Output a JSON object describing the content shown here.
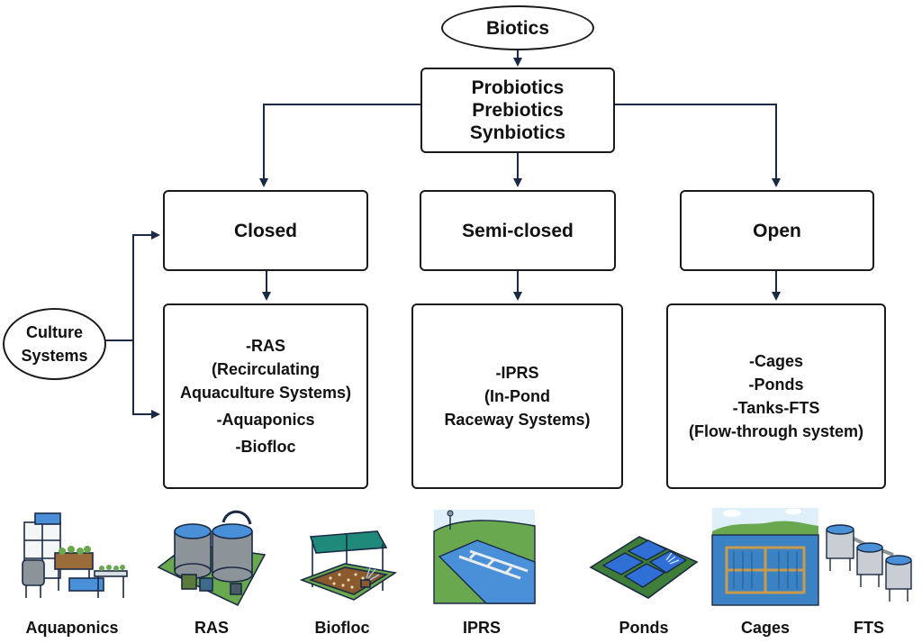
{
  "root": {
    "label": "Biotics"
  },
  "biotics_types": [
    "Probiotics",
    "Prebiotics",
    "Synbiotics"
  ],
  "culture_systems": {
    "lines": [
      "Culture",
      "Systems"
    ]
  },
  "categories": [
    {
      "label": "Closed",
      "details": [
        "-RAS",
        "(Recirculating",
        "Aquaculture Systems)",
        "-Aquaponics",
        "-Biofloc"
      ]
    },
    {
      "label": "Semi-closed",
      "details": [
        "-IPRS",
        "(In-Pond",
        "Raceway Systems)"
      ]
    },
    {
      "label": "Open",
      "details": [
        "-Cages",
        "-Ponds",
        "-Tanks-FTS",
        "(Flow-through system)"
      ]
    }
  ],
  "illustrations": [
    {
      "icon": "aquaponics-illustration",
      "label": "Aquaponics"
    },
    {
      "icon": "ras-illustration",
      "label": "RAS"
    },
    {
      "icon": "biofloc-illustration",
      "label": "Biofloc"
    },
    {
      "icon": "iprs-illustration",
      "label": "IPRS"
    },
    {
      "icon": "ponds-illustration",
      "label": "Ponds"
    },
    {
      "icon": "cages-illustration",
      "label": "Cages"
    },
    {
      "icon": "fts-illustration",
      "label": "FTS"
    }
  ],
  "colors": {
    "stroke": "#1a2a44",
    "water": "#4a90d9",
    "grass": "#6aa84f",
    "metal": "#8c9399"
  }
}
